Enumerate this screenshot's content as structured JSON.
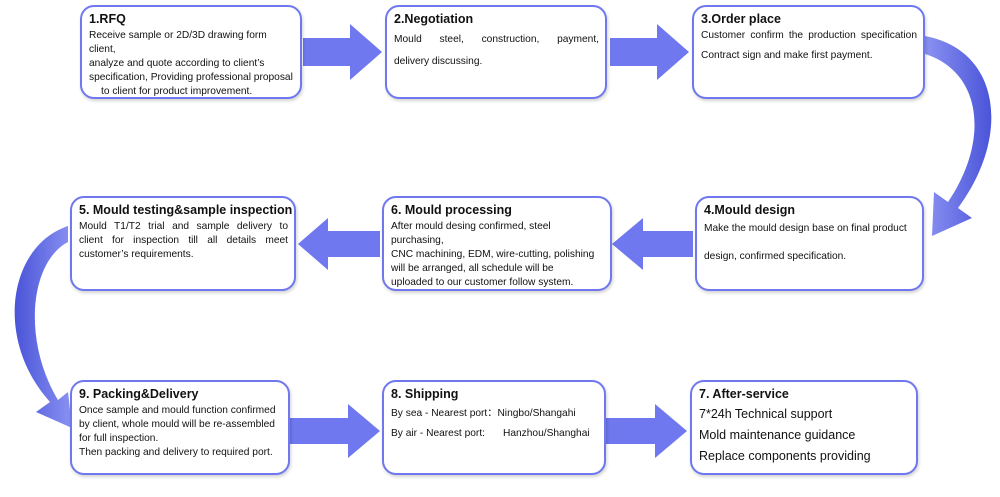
{
  "steps": {
    "rfq": {
      "title": "1.RFQ",
      "lines": [
        "Receive sample or 2D/3D drawing form client,",
        "analyze and quote according to client’s",
        "specification, Providing professional proposal",
        "to client for product improvement."
      ]
    },
    "negotiation": {
      "title": "2.Negotiation",
      "lines": [
        "Mould steel, construction, payment,",
        "delivery discussing."
      ]
    },
    "order_place": {
      "title": "3.Order place",
      "lines": [
        "Customer confirm the production specification",
        "Contract sign and make first payment."
      ]
    },
    "mould_design": {
      "title": "4.Mould design",
      "lines": [
        "Make the mould design base on final product",
        "design, confirmed specification."
      ]
    },
    "mould_testing": {
      "title": "5.  Mould testing&sample inspection",
      "lines": [
        "Mould T1/T2 trial and sample delivery to",
        "client for inspection till all details meet",
        "customer’s requirements."
      ]
    },
    "mould_processing": {
      "title": "6.  Mould processing",
      "lines": [
        "After mould desing confirmed, steel purchasing,",
        "CNC machining, EDM, wire-cutting, polishing",
        "will be arranged, all schedule will be",
        "uploaded to our customer follow system."
      ]
    },
    "after_service": {
      "title": "7.  After-service",
      "lines": [
        "7*24h Technical support",
        "Mold maintenance guidance",
        "Replace components providing"
      ]
    },
    "shipping": {
      "title": "8.  Shipping",
      "sea_label": "By sea - Nearest port：",
      "sea_value": "Ningbo/Shangahi",
      "air_label": "By air - Nearest port:",
      "air_value": "Hanzhou/Shanghai"
    },
    "packing_delivery": {
      "title": "9.  Packing&Delivery",
      "lines": [
        "Once sample and mould function confirmed",
        "by client, whole mould will be re-assembled",
        "for full inspection.",
        "Then packing and delivery to required port."
      ]
    }
  },
  "colors": {
    "border": "#6f78ee",
    "arrow": "#6f78ee",
    "arrow_dark": "#4a54d8",
    "text": "#111111"
  }
}
